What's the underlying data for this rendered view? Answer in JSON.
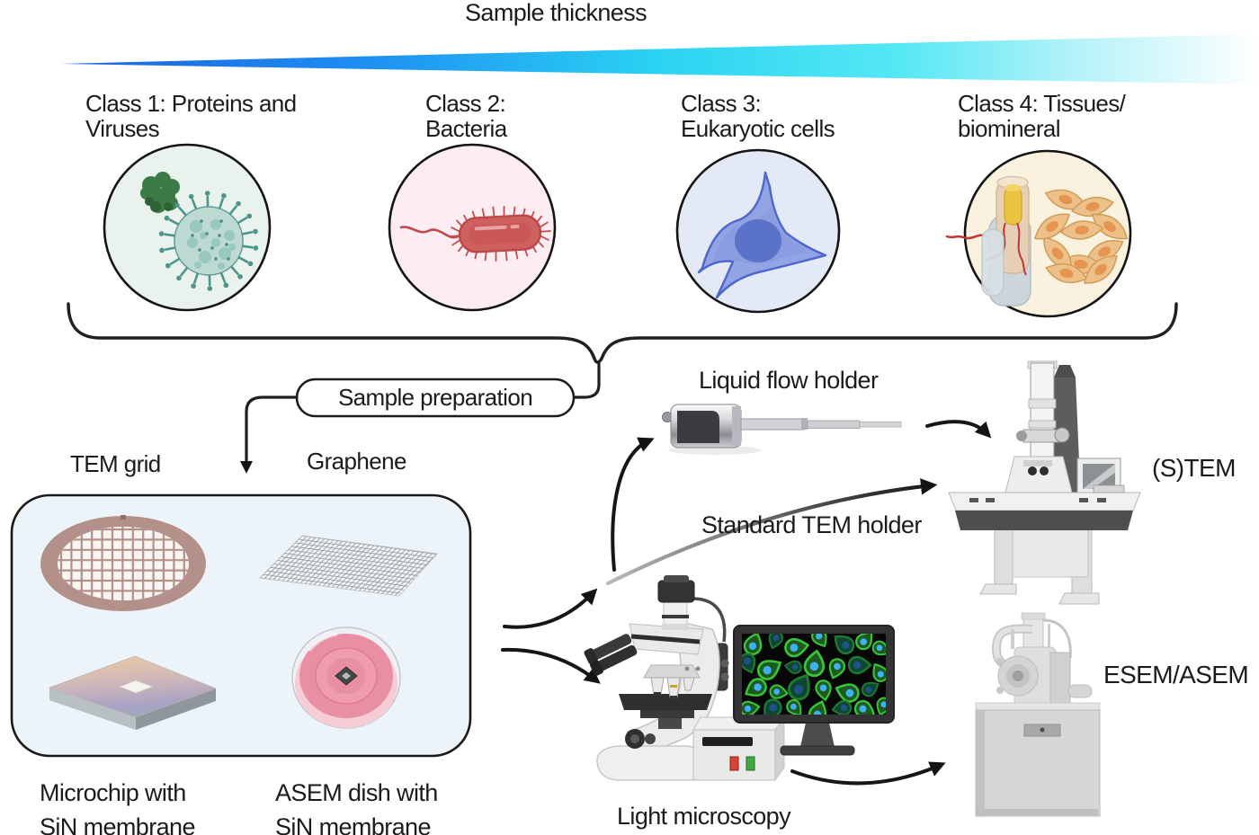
{
  "title": "Sample thickness",
  "classes": [
    {
      "line1": "Class 1: Proteins and",
      "line2": "Viruses"
    },
    {
      "line1": "Class 2:",
      "line2": "Bacteria"
    },
    {
      "line1": "Class 3:",
      "line2": "Eukaryotic cells"
    },
    {
      "line1": "Class 4: Tissues/",
      "line2": "biomineral"
    }
  ],
  "flow": {
    "sample_preparation": "Sample preparation"
  },
  "substrates": {
    "tem_grid": "TEM grid",
    "graphene": "Graphene",
    "microchip": {
      "line1": "Microchip with",
      "line2": "SiN membrane"
    },
    "asem_dish": {
      "line1": "ASEM dish with",
      "line2": "SiN membrane"
    }
  },
  "holders": {
    "liquid_flow": "Liquid flow holder",
    "standard_tem": "Standard TEM holder"
  },
  "instruments": {
    "stem": "(S)TEM",
    "esem_asem": "ESEM/ASEM",
    "light_microscopy": "Light microscopy"
  },
  "colors": {
    "wedge_blue": "#1b63e0",
    "wedge_mid": "#2bd3f2",
    "wedge_fade": "#ffffff",
    "class1_fill": "#e9f2ed",
    "class2_fill": "#fdedf3",
    "class3_fill": "#e4e9f6",
    "class4_fill": "#faf2df",
    "substrate_box_fill": "#edf4f9",
    "outline": "#1a1a1a",
    "arrow": "#161616"
  }
}
